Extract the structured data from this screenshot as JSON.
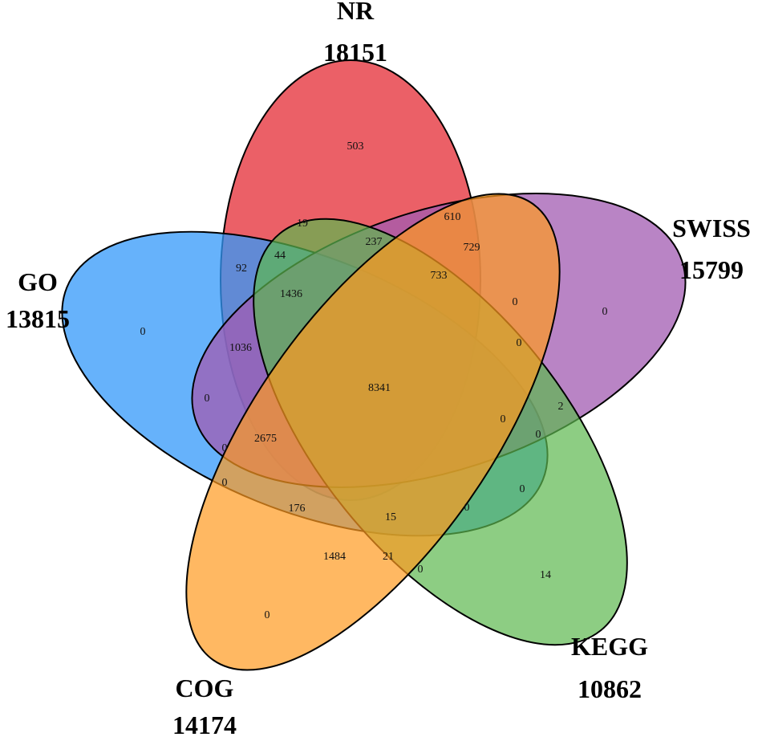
{
  "sets": [
    {
      "key": "nr",
      "name": "NR",
      "total": "18151",
      "color": "#e8444c"
    },
    {
      "key": "swiss",
      "name": "SWISS",
      "total": "15799",
      "color": "#a25bb2"
    },
    {
      "key": "kegg",
      "name": "KEGG",
      "total": "10862",
      "color": "#5cb84f"
    },
    {
      "key": "cog",
      "name": "COG",
      "total": "14174",
      "color": "#ff9a1f"
    },
    {
      "key": "go",
      "name": "GO",
      "total": "13815",
      "color": "#3398fa"
    }
  ],
  "regions": {
    "nr_only": "503",
    "swiss_only": "0",
    "kegg_only": "14",
    "cog_only": "0",
    "go_only": "0",
    "all_five": "8341",
    "r19": "19",
    "r610": "610",
    "r237": "237",
    "r729": "729",
    "r92": "92",
    "r44": "44",
    "r733": "733",
    "r1436": "1436",
    "r1036": "1036",
    "r2675": "2675",
    "r176": "176",
    "r15": "15",
    "r1484": "1484",
    "r21": "21",
    "r2": "2",
    "z_swiss_right_a": "0",
    "z_swiss_right_b": "0",
    "z_center_right": "0",
    "z_kegg_right": "0",
    "z_kegg_lower": "0",
    "z_bottom_mid": "0",
    "z_kegg_cog": "0",
    "z_go_left": "0",
    "z_go_cog_a": "0",
    "z_go_cog_b": "0"
  }
}
